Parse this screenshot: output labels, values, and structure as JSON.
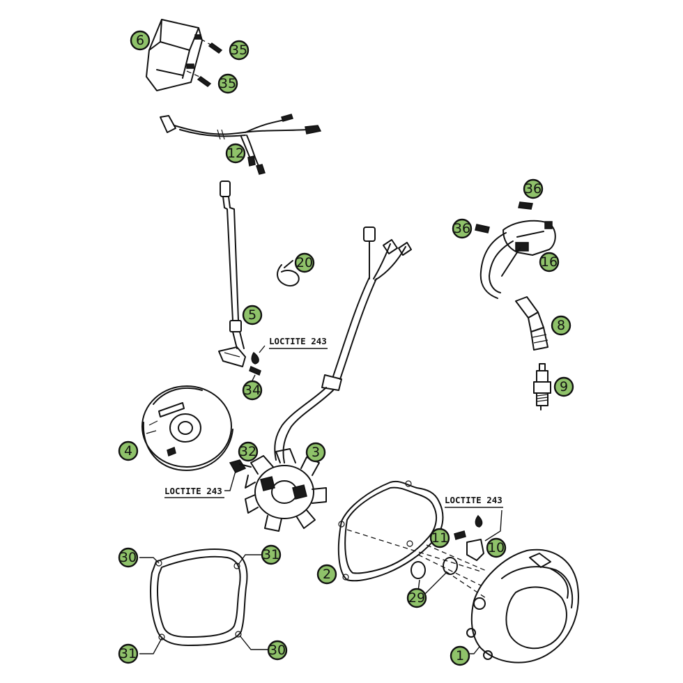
{
  "diagram": {
    "colors": {
      "callout_fill": "#8fc26a",
      "line": "#111111",
      "background": "#ffffff"
    },
    "callouts": [
      "6",
      "35",
      "35",
      "12",
      "36",
      "36",
      "16",
      "20",
      "5",
      "8",
      "34",
      "9",
      "3",
      "4",
      "32",
      "2",
      "11",
      "10",
      "30",
      "31",
      "29",
      "31",
      "30",
      "1"
    ],
    "notes": [
      "LOCTITE 243",
      "LOCTITE 243",
      "LOCTITE 243"
    ]
  }
}
